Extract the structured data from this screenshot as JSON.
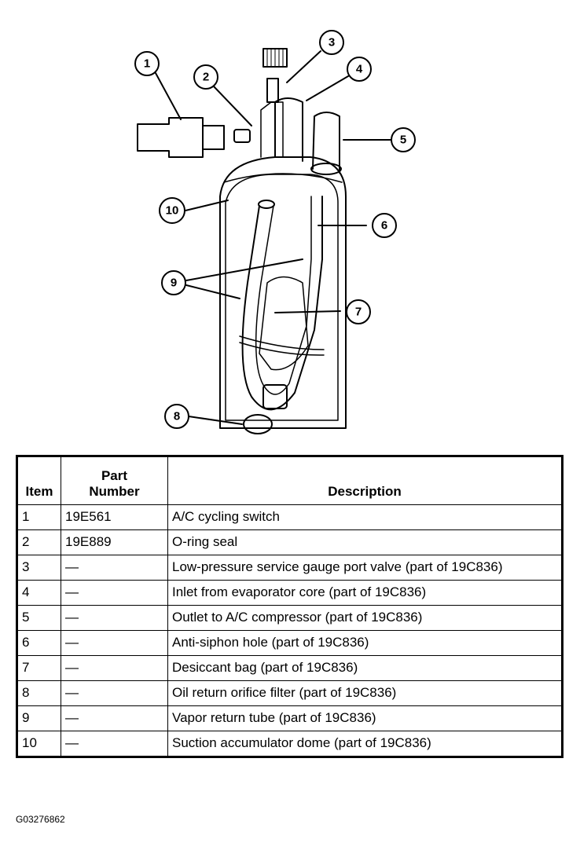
{
  "diagram": {
    "callouts": [
      "1",
      "2",
      "3",
      "4",
      "5",
      "6",
      "7",
      "8",
      "9",
      "10"
    ]
  },
  "table": {
    "headers": {
      "item": "Item",
      "part_number": "Part\nNumber",
      "description": "Description"
    },
    "rows": [
      {
        "item": "1",
        "part_number": "19E561",
        "description": "A/C cycling switch"
      },
      {
        "item": "2",
        "part_number": "19E889",
        "description": "O-ring seal"
      },
      {
        "item": "3",
        "part_number": "—",
        "description": "Low-pressure service gauge port valve (part of 19C836)"
      },
      {
        "item": "4",
        "part_number": "—",
        "description": "Inlet from evaporator core (part of 19C836)"
      },
      {
        "item": "5",
        "part_number": "—",
        "description": "Outlet to A/C compressor (part of 19C836)"
      },
      {
        "item": "6",
        "part_number": "—",
        "description": "Anti-siphon hole (part of 19C836)"
      },
      {
        "item": "7",
        "part_number": "—",
        "description": "Desiccant bag (part of 19C836)"
      },
      {
        "item": "8",
        "part_number": "—",
        "description": "Oil return orifice filter (part of 19C836)"
      },
      {
        "item": "9",
        "part_number": "—",
        "description": "Vapor return tube (part of 19C836)"
      },
      {
        "item": "10",
        "part_number": "—",
        "description": "Suction accumulator dome (part of 19C836)"
      }
    ]
  },
  "figure_id": "G03276862"
}
